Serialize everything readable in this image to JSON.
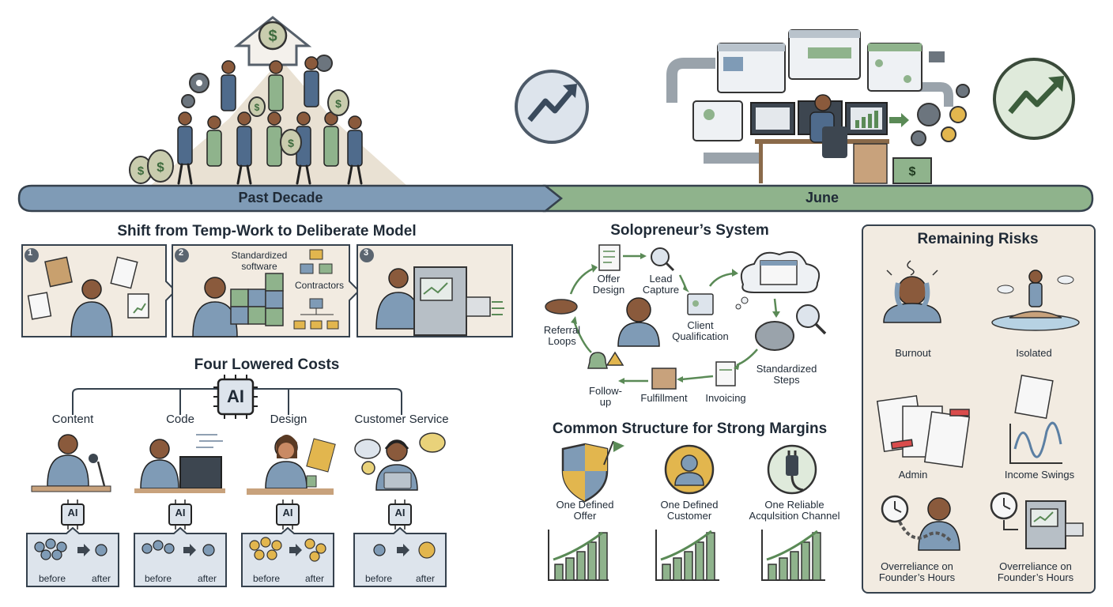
{
  "timeline": {
    "past_label": "Past Decade",
    "future_label": "June"
  },
  "shift": {
    "title": "Shift from Temp-Work to Deliberate Model",
    "steps": [
      {
        "number": "1"
      },
      {
        "number": "2",
        "label_software": "Standardized software",
        "label_contractors": "Contractors"
      },
      {
        "number": "3"
      }
    ]
  },
  "costs": {
    "title": "Four Lowered Costs",
    "hub_label": "AI",
    "chip_label": "AI",
    "before_label": "before",
    "after_label": "after",
    "items": [
      {
        "label": "Content"
      },
      {
        "label": "Code"
      },
      {
        "label": "Design"
      },
      {
        "label": "Customer Service"
      }
    ]
  },
  "system": {
    "title": "Solopreneur’s System",
    "steps": [
      {
        "label": "Offer Design"
      },
      {
        "label": "Lead Capture"
      },
      {
        "label": "Client Qualification"
      },
      {
        "label": "Standardized Steps"
      },
      {
        "label": "Invoicing"
      },
      {
        "label": "Fulfillment"
      },
      {
        "label": "Follow-up"
      },
      {
        "label": "Referral Loops"
      }
    ]
  },
  "structure": {
    "title": "Common Structure for Strong Margins",
    "items": [
      {
        "label": "One Defined Offer"
      },
      {
        "label": "One Defined Customer"
      },
      {
        "label": "One Reliable Acqulsition Channel"
      }
    ]
  },
  "risks": {
    "title": "Remaining Risks",
    "items": [
      {
        "label": "Burnout"
      },
      {
        "label": "Isolated"
      },
      {
        "label": "Admin"
      },
      {
        "label": "Income Swings"
      },
      {
        "label": "Overreliance on Founder’s Hours"
      },
      {
        "label": "Overreliance on Founder’s Hours"
      }
    ]
  },
  "colors": {
    "blue": "#7f9bb6",
    "green": "#8fb38c",
    "dark": "#1f2a36",
    "panel": "#f2ebe1",
    "gold": "#e2b64e"
  }
}
